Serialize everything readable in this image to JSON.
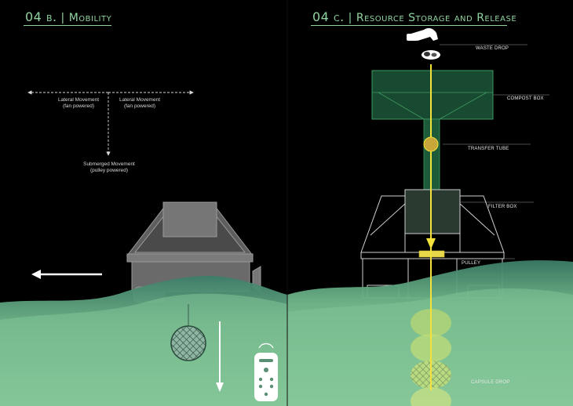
{
  "left_panel": {
    "title_num": "04 b.",
    "title_text": "Mobility",
    "labels": {
      "lateral_left_1": "Lateral Movement",
      "lateral_left_2": "(fan powered)",
      "lateral_right_1": "Lateral Movement",
      "lateral_right_2": "(fan powered)",
      "submerged_1": "Submerged Movement",
      "submerged_2": "(pulley powered)"
    }
  },
  "right_panel": {
    "title_num": "04 c.",
    "title_text": "Resource Storage and Release",
    "labels": {
      "waste_drop": "WASTE DROP",
      "compost_box": "COMPOST BOX",
      "transfer_tube": "TRANSFER TUBE",
      "filter_box": "FILTER BOX",
      "pulley": "PULLEY",
      "capsule_drop": "CAPSULE DROP"
    }
  },
  "colors": {
    "background": "#000000",
    "title_green": "#8fd49f",
    "water_dark": "#3f7f6a",
    "water_light": "#8fd19c",
    "structure_grey": "#7a7a7a",
    "compost_green": "#1f5a3a",
    "flow_yellow": "#f4e23a"
  },
  "icons": {
    "hand": "hand-icon",
    "waste": "food-waste-icon",
    "remote": "remote-control-icon"
  }
}
